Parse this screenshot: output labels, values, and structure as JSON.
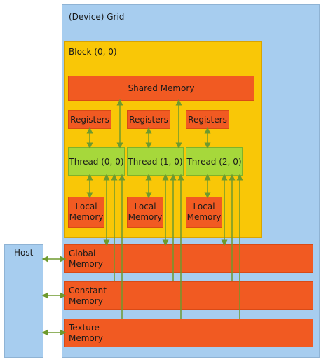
{
  "grid_label": "(Device) Grid",
  "block_label": "Block (0, 0)",
  "shared_memory": "Shared Memory",
  "registers": [
    "Registers",
    "Registers",
    "Registers"
  ],
  "threads": [
    "Thread (0, 0)",
    "Thread (1, 0)",
    "Thread (2, 0)"
  ],
  "local_memory": [
    "Local\nMemory",
    "Local\nMemory",
    "Local\nMemory"
  ],
  "host_label": "Host",
  "global_memory": "Global\nMemory",
  "constant_memory": "Constant\nMemory",
  "texture_memory": "Texture\nMemory",
  "colors": {
    "grid": "#a7cdef",
    "block": "#f9c707",
    "memory": "#f15a22",
    "thread": "#a6d83b",
    "arrow": "#6e9a2e"
  }
}
